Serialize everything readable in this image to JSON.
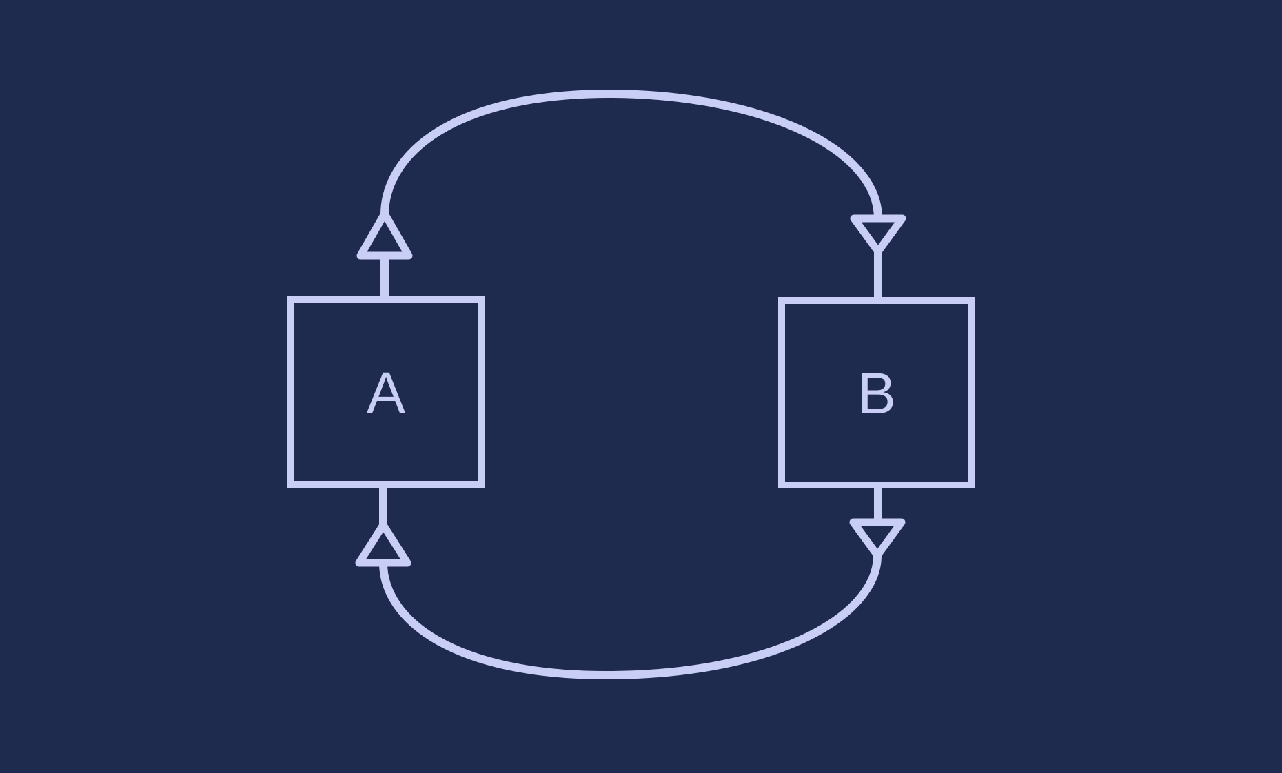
{
  "diagram": {
    "kind": "cycle-flowchart",
    "nodes": [
      {
        "id": "A",
        "label": "A"
      },
      {
        "id": "B",
        "label": "B"
      }
    ],
    "edges": [
      {
        "from": "A",
        "to": "B",
        "route": "top",
        "arrowheads": [
          "up-out-of-A",
          "down-into-B"
        ]
      },
      {
        "from": "B",
        "to": "A",
        "route": "bottom",
        "arrowheads": [
          "down-out-of-B",
          "up-into-A"
        ]
      }
    ]
  },
  "colors": {
    "background": "#1f2b4e",
    "accent": "#c9cef6"
  }
}
